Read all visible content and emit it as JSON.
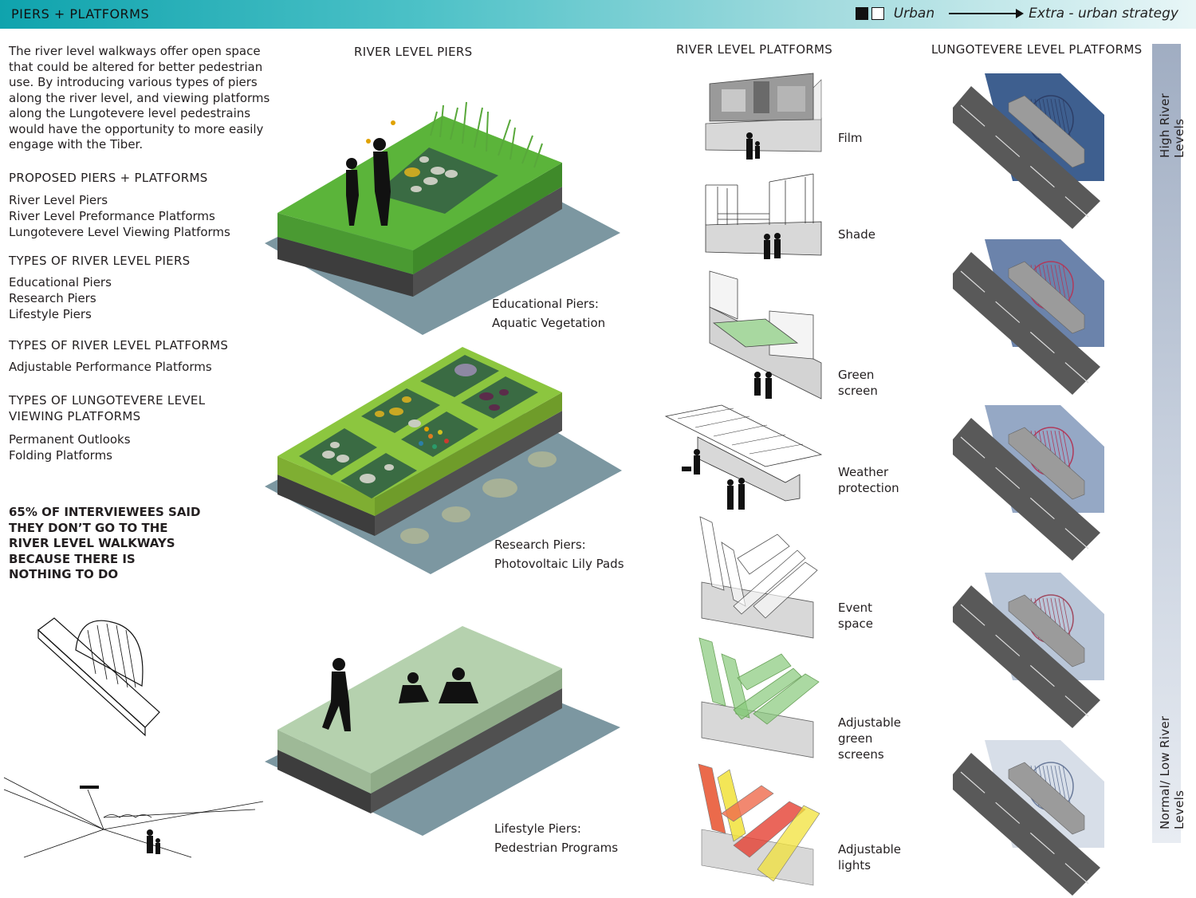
{
  "header": {
    "title": "PIERS + PLATFORMS",
    "legend_urban": "Urban",
    "legend_strategy": "Extra - urban strategy",
    "color": "#0fa3ad"
  },
  "intro": "The river level walkways offer open space that could be altered for better pedestrian use.  By introducing various types of piers along the river level, and viewing platforms along the Lungotevere level pedestrains would have the opportunity to more easily engage with the Tiber.",
  "sections": {
    "proposed": {
      "title": "PROPOSED PIERS + PLATFORMS",
      "items": [
        "River Level Piers",
        "River Level Preformance Platforms",
        "Lungotevere Level Viewing Platforms"
      ]
    },
    "piers": {
      "title": "TYPES OF RIVER LEVEL PIERS",
      "items": [
        "Educational Piers",
        "Research Piers",
        "Lifestyle Piers"
      ]
    },
    "platforms": {
      "title": "TYPES OF RIVER LEVEL PLATFORMS",
      "items": [
        "Adjustable Performance Platforms"
      ]
    },
    "viewing": {
      "title_1": "TYPES OF LUNGOTEVERE LEVEL",
      "title_2": "VIEWING PLATFORMS",
      "items": [
        "Permanent Outlooks",
        "Folding Platforms"
      ]
    }
  },
  "stat": {
    "lines": [
      "65% OF INTERVIEWEES SAID",
      "THEY DON’T GO TO THE",
      "RIVER LEVEL WALKWAYS",
      "BECAUSE THERE IS",
      "NOTHING TO DO"
    ]
  },
  "columns": {
    "piers": "RIVER LEVEL PIERS",
    "platforms": "RIVER LEVEL PLATFORMS",
    "lungotevere": "LUNGOTEVERE LEVEL PLATFORMS"
  },
  "piers": [
    {
      "line1": "Educational Piers:",
      "line2": "Aquatic Vegetation",
      "color": "#5bb43a"
    },
    {
      "line1": "Research Piers:",
      "line2": "Photovoltaic Lily Pads",
      "color": "#8cc63f"
    },
    {
      "line1": "Lifestyle Piers:",
      "line2": "Pedestrian Programs",
      "color": "#b5d1ae"
    }
  ],
  "platforms": [
    {
      "line1": "Film",
      "line2": ""
    },
    {
      "line1": "Shade",
      "line2": ""
    },
    {
      "line1": "Green",
      "line2": "screen"
    },
    {
      "line1": "Weather",
      "line2": "protection"
    },
    {
      "line1": "Event",
      "line2": "space"
    },
    {
      "line1": "Adjustable",
      "line2": "green",
      "line3": "screens"
    },
    {
      "line1": "Adjustable",
      "line2": "lights"
    }
  ],
  "levels": {
    "high": "High River Levels",
    "low": "Normal/ Low River Levels",
    "water_colors": [
      "#3e5f8f",
      "#6b83ab",
      "#95a8c5",
      "#b9c6d8",
      "#d7dee8"
    ]
  }
}
